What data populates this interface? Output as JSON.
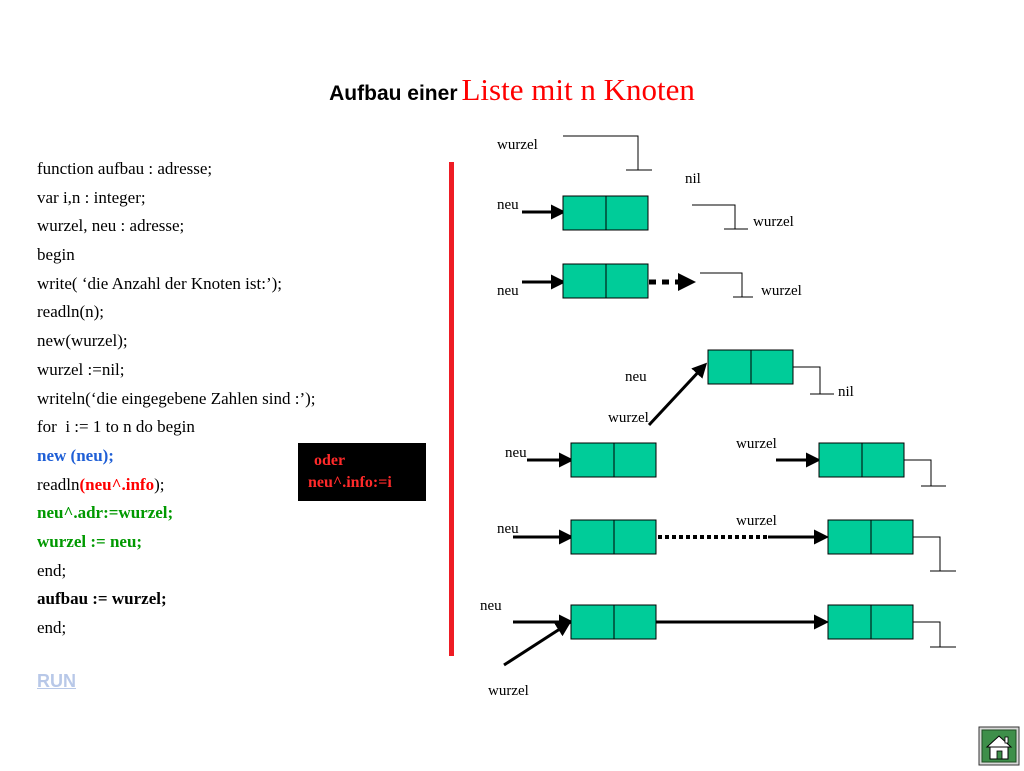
{
  "title": {
    "part1": "Aufbau einer",
    "part2": "Liste mit n Knoten"
  },
  "code_lines": [
    {
      "text": "function aufbau : adresse;",
      "style": "normal"
    },
    {
      "text": "var i,n : integer;",
      "style": "normal"
    },
    {
      "text": "wurzel, neu : adresse;",
      "style": "normal"
    },
    {
      "text": "begin",
      "style": "normal"
    },
    {
      "text": "write( ‘die Anzahl der Knoten ist:’);",
      "style": "normal"
    },
    {
      "text": "readln(n);",
      "style": "normal"
    },
    {
      "text": "new(wurzel);",
      "style": "normal"
    },
    {
      "text": "wurzel :=nil;",
      "style": "normal"
    },
    {
      "text": "writeln(‘die eingegebene Zahlen sind :’);",
      "style": "normal"
    },
    {
      "text": "for  i := 1 to n do begin",
      "style": "normal"
    },
    {
      "text": "new (neu);",
      "style": "blue"
    },
    {
      "text": "readln",
      "style": "normal",
      "highlight": "(neu^.info",
      "after": ");"
    },
    {
      "text": "neu^.adr:=wurzel;",
      "style": "green"
    },
    {
      "text": "wurzel := neu;",
      "style": "green"
    },
    {
      "text": "end;",
      "style": "normal"
    },
    {
      "text": "aufbau := wurzel;",
      "style": "bold"
    },
    {
      "text": "end;",
      "style": "normal"
    }
  ],
  "run_link": "RUN",
  "note_box": {
    "line1": "oder",
    "line2": "neu^.info:=i"
  },
  "diagram_labels": {
    "wurzel": "wurzel",
    "neu": "neu",
    "nil": "nil"
  },
  "home_button": {
    "icon": "home-icon"
  },
  "colors": {
    "node_fill": "#00cc99",
    "title_red": "#ff0000",
    "bar_red": "#ee1c24"
  }
}
